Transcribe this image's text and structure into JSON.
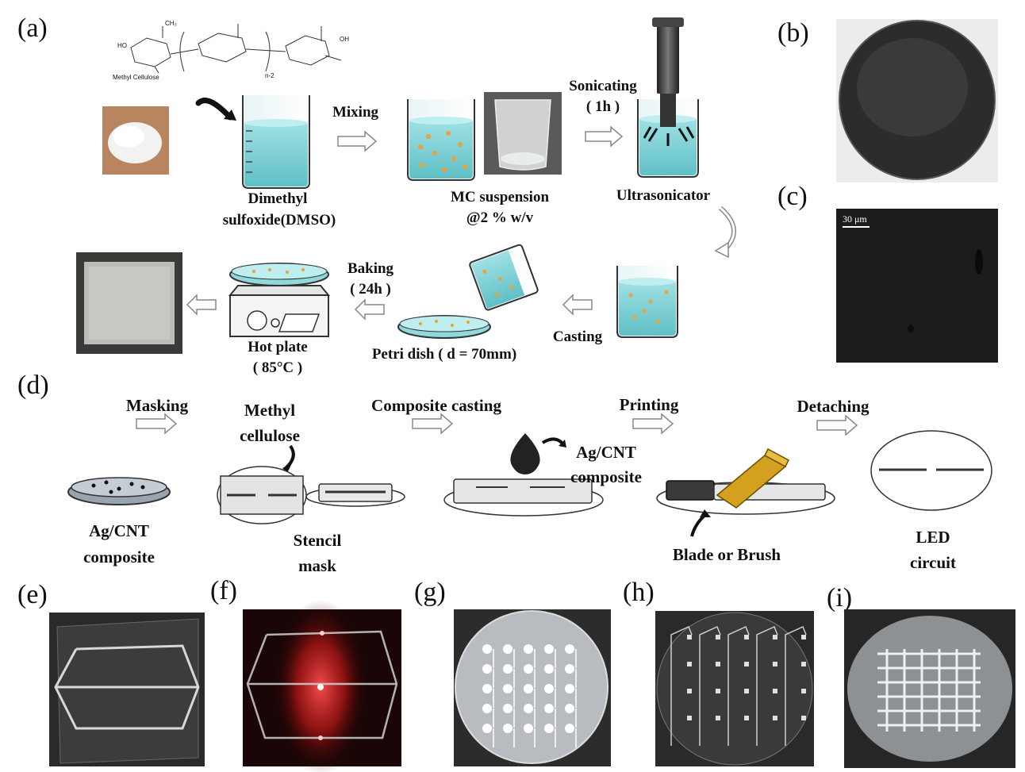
{
  "panel_labels": {
    "a": "(a)",
    "b": "(b)",
    "c": "(c)",
    "d": "(d)",
    "e": "(e)",
    "f": "(f)",
    "g": "(g)",
    "h": "(h)",
    "i": "(i)"
  },
  "panel_a": {
    "molecule_label": "Methyl Cellulose",
    "molecule_repeat": "n-2",
    "dmso_caption_line1": "Dimethyl",
    "dmso_caption_line2": "sulfoxide(DMSO)",
    "mixing_label": "Mixing",
    "mc_caption_line1": "MC suspension",
    "mc_caption_line2": "@2 % w/v",
    "sonicating_line1": "Sonicating",
    "sonicating_line2": "( 1h )",
    "ultrasonicator_label": "Ultrasonicator",
    "casting_label": "Casting",
    "petri_caption": "Petri dish ( d = 70mm)",
    "baking_line1": "Baking",
    "baking_line2": "( 24h )",
    "hotplate_line1": "Hot plate",
    "hotplate_line2": "( 85°C )"
  },
  "panel_c": {
    "scale_bar": "30 μm"
  },
  "panel_d": {
    "masking_label": "Masking",
    "methyl_line1": "Methyl",
    "methyl_line2": "cellulose",
    "composite_casting_label": "Composite casting",
    "agcnt_drop_line1": "Ag/CNT",
    "agcnt_drop_line2": "composite",
    "printing_label": "Printing",
    "detaching_label": "Detaching",
    "agcnt_caption_line1": "Ag/CNT",
    "agcnt_caption_line2": "composite",
    "stencil_line1": "Stencil",
    "stencil_line2": "mask",
    "blade_caption": "Blade or Brush",
    "led_line1": "LED",
    "led_line2": "circuit"
  },
  "colors": {
    "liquid": "#7fd3d6",
    "liquid_dark": "#4fb6bd",
    "particle": "#e8a33a",
    "arrow_fill": "#ffffff",
    "arrow_stroke": "#888888",
    "photo_dark": "#2a2a2a",
    "blade": "#d4a020",
    "led_red": "#e02020"
  }
}
